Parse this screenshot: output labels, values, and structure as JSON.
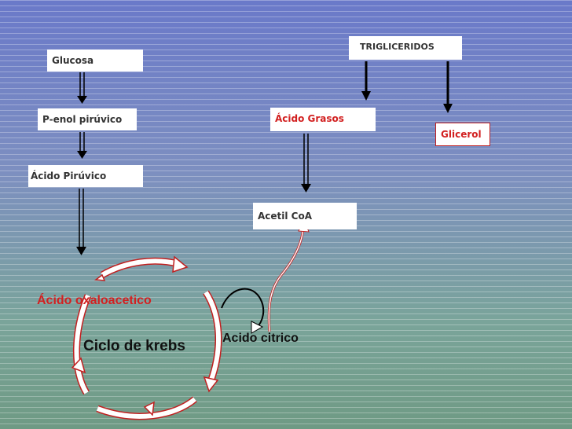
{
  "nodes": {
    "glucosa": "Glucosa",
    "p_enol": "P-enol pirúvico",
    "acido_piruvico": "Ácido Pirúvico",
    "trigliceridos": "TRIGLICERIDOS",
    "acido_grasos": "Ácido Grasos",
    "glicerol": "Glicerol",
    "acetil_coa": "Acetil CoA"
  },
  "cycle": {
    "title": "Ciclo de krebs",
    "oxaloacetico": "Ácido oxaloacetico",
    "citrico": "Acido citrico"
  },
  "colors": {
    "red_label": "#d22020",
    "box_text": "#333333",
    "cycle_arrow_fill": "#ffffff",
    "cycle_arrow_border": "#c02020"
  }
}
